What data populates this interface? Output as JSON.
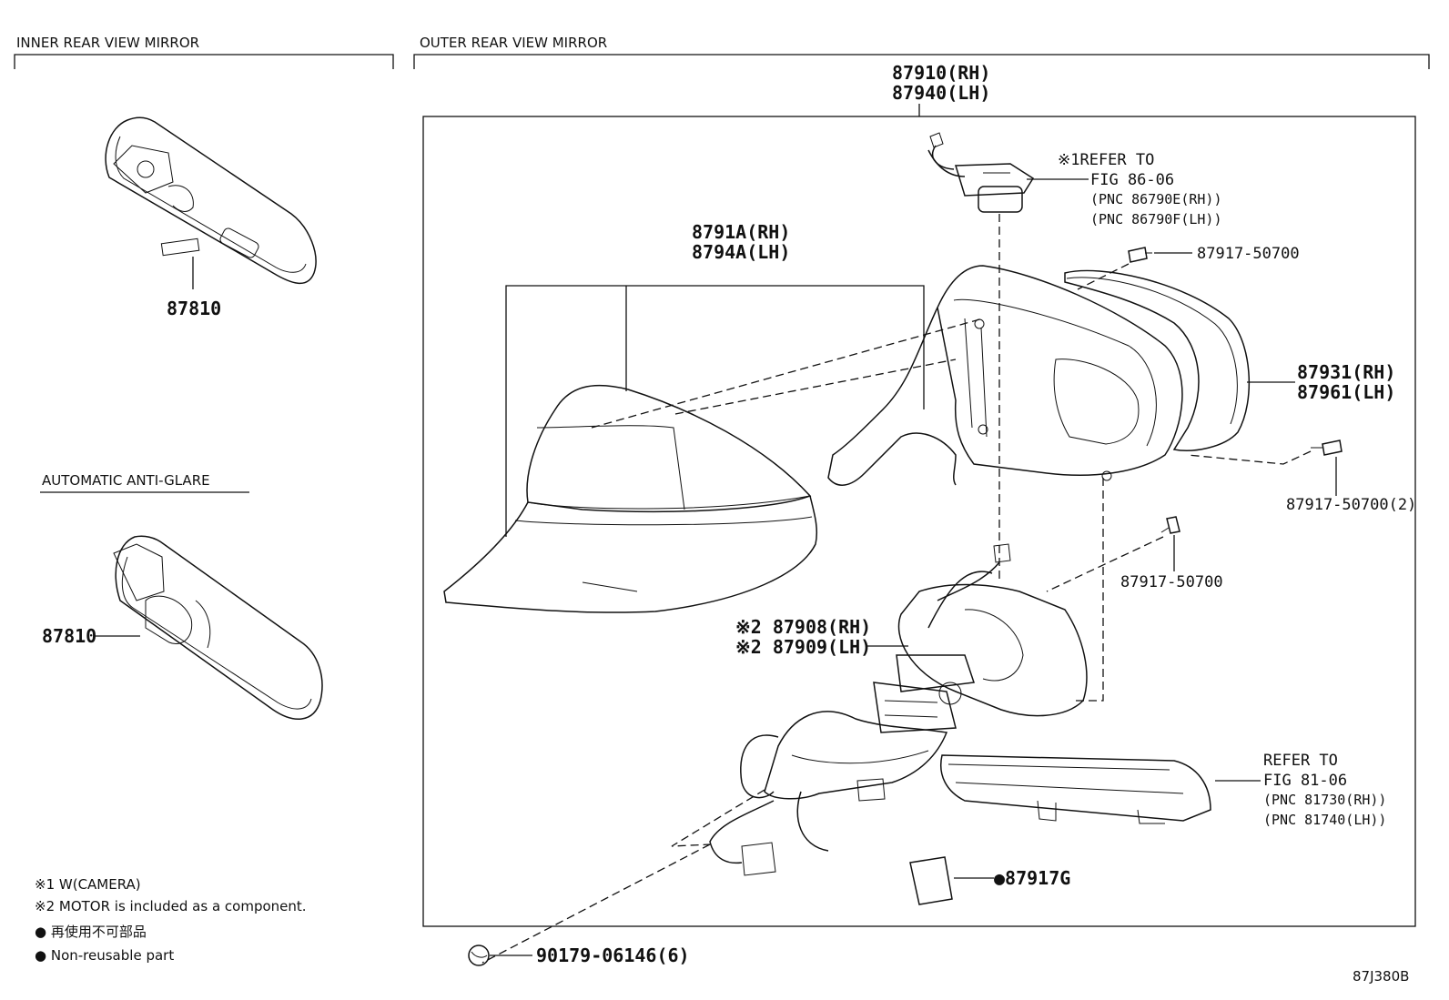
{
  "sections": {
    "inner": "INNER REAR VIEW MIRROR",
    "outer": "OUTER REAR VIEW MIRROR",
    "anti_glare": "AUTOMATIC ANTI-GLARE"
  },
  "callouts": {
    "inner_mirror_1": "87810",
    "inner_mirror_2": "87810",
    "outer_assy_rh": "87910(RH)",
    "outer_assy_lh": "87940(LH)",
    "camera_ref_1": "※1REFER TO",
    "camera_ref_2": "FIG 86-06",
    "camera_pnc_rh": "(PNC 86790E(RH))",
    "camera_pnc_lh": "(PNC 86790F(LH))",
    "screw_top": "87917-50700",
    "cover_rh": "8791A(RH)",
    "cover_lh": "8794A(LH)",
    "mirror_rh": "87931(RH)",
    "mirror_lh": "87961(LH)",
    "screw_right": "87917-50700(2)",
    "screw_mid": "87917-50700",
    "motor_rh": "※2 87908(RH)",
    "motor_lh": "※2 87909(LH)",
    "lamp_ref_1": "REFER TO",
    "lamp_ref_2": "FIG 81-06",
    "lamp_pnc_rh": "(PNC 81730(RH))",
    "lamp_pnc_lh": "(PNC 81740(LH))",
    "seal": "●87917G",
    "clip": "90179-06146(6)"
  },
  "notes": {
    "note1": "※1 W(CAMERA)",
    "note2": "※2 MOTOR is included as a component.",
    "legend_jp": "● 再使用不可部品",
    "legend_en": "● Non-reusable part"
  },
  "diagram_code": "87J380B"
}
